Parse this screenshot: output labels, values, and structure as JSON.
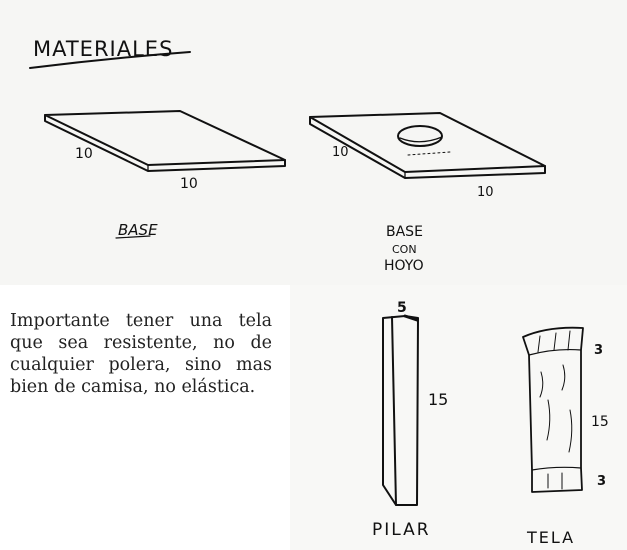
{
  "title": "MATERIALES",
  "base": {
    "caption": "BASE",
    "side_left": "10",
    "side_front": "10"
  },
  "base_hole": {
    "caption_lines": [
      "BASE",
      "CON",
      "HOYO"
    ],
    "side_left": "10",
    "side_front": "10"
  },
  "pillar": {
    "caption": "PILAR",
    "top": "5",
    "height": "15"
  },
  "fabric": {
    "caption": "TELA",
    "top_band": "3",
    "height": "15",
    "bottom_band": "3"
  },
  "note": "Importante tener una tela que sea resistente, no de cualquier polera, sino mas bien de camisa, no elástica."
}
